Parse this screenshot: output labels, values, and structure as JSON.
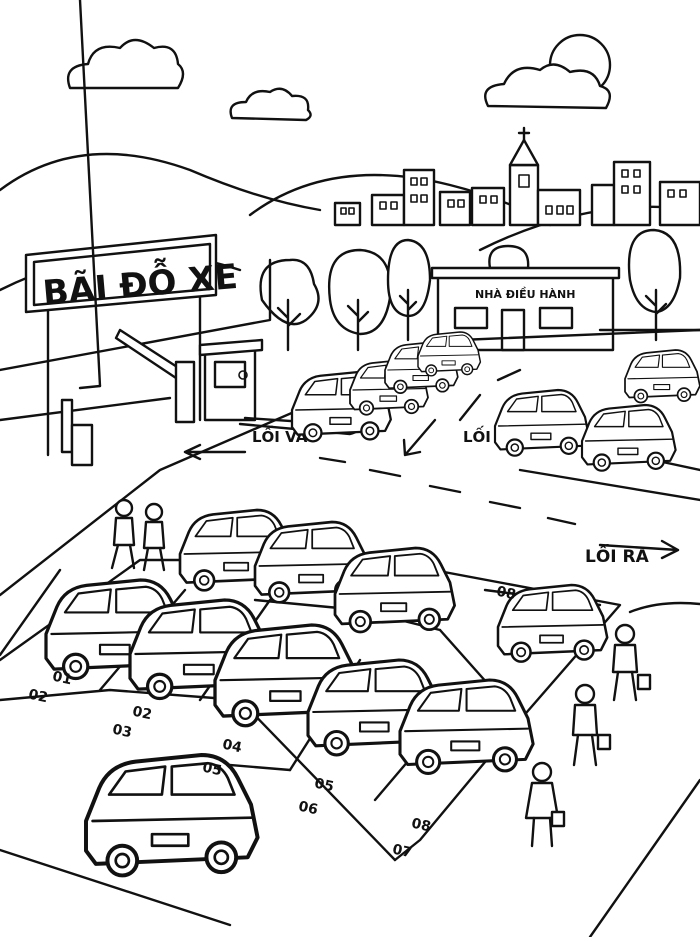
{
  "sign": {
    "title": "BÃI ĐỖ XE"
  },
  "building": {
    "name": "NHÀ ĐIỀU HÀNH"
  },
  "directions": {
    "entry": "LỐI VÀO",
    "exit_1": "LỐI RA",
    "exit_2": "LỐI RA"
  },
  "slots": [
    "01",
    "02",
    "02",
    "03",
    "04",
    "05",
    "05",
    "06",
    "07",
    "08",
    "08"
  ],
  "icons": [
    "sun-icon",
    "cloud-icon",
    "tree-icon",
    "car-icon",
    "person-icon",
    "barrier-icon",
    "arrow-icon"
  ]
}
